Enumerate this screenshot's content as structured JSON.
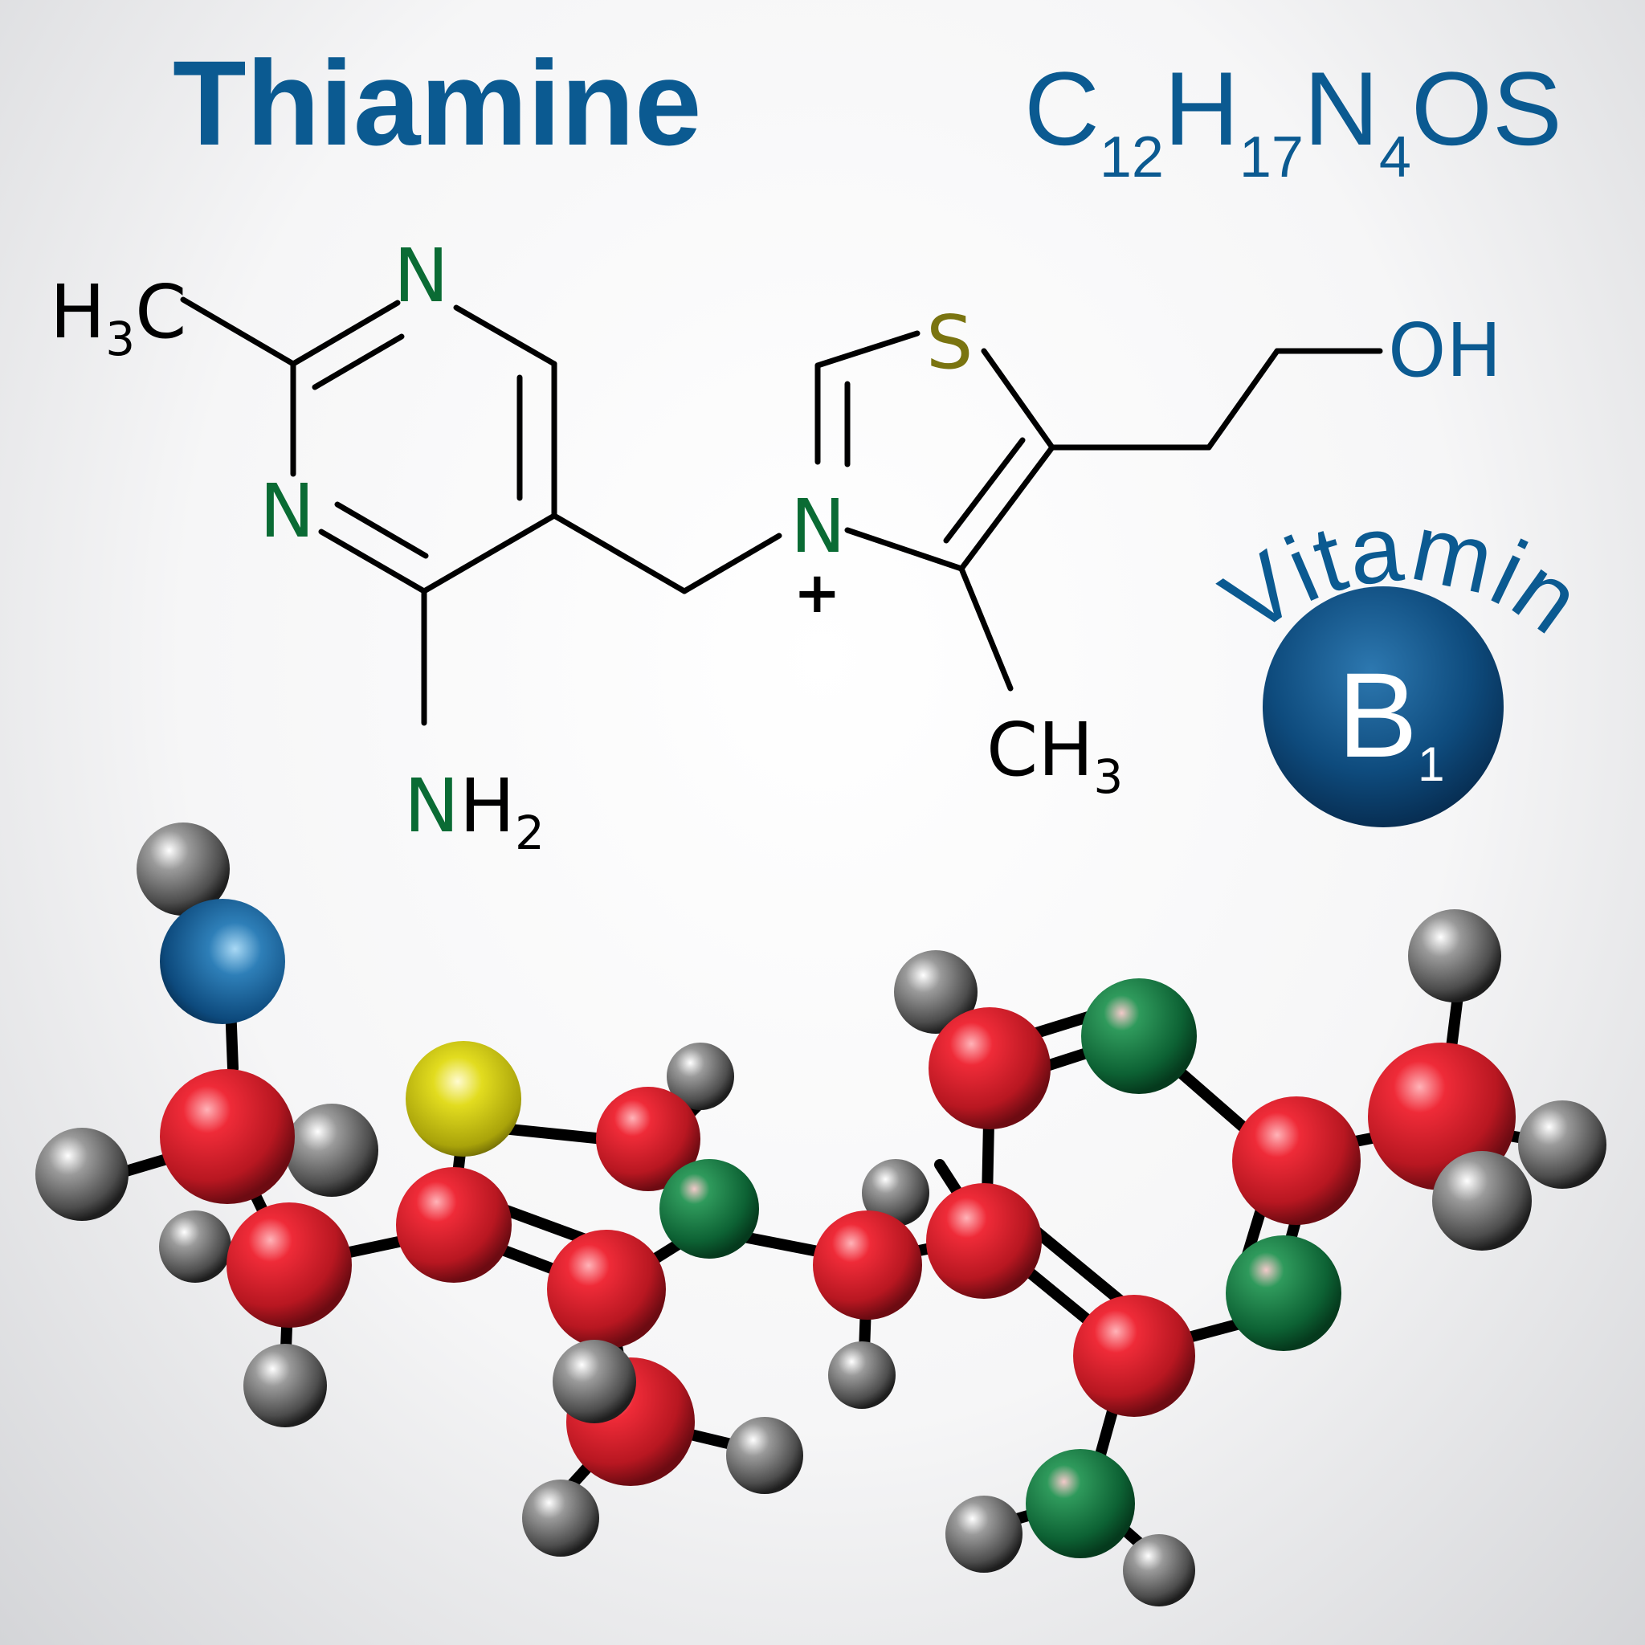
{
  "title": "Thiamine",
  "formula": {
    "parts": [
      {
        "text": "C",
        "sub": "12"
      },
      {
        "text": "H",
        "sub": "17"
      },
      {
        "text": "N",
        "sub": "4"
      },
      {
        "text": "OS",
        "sub": ""
      }
    ]
  },
  "badge": {
    "arc_text": "Vitamin",
    "letter": "B",
    "sub": "1"
  },
  "structure": {
    "h3c": {
      "main": "H",
      "sub": "3",
      "tail": "C"
    },
    "n1": "N",
    "n2": "N",
    "nh2": {
      "n": "N",
      "h": "H",
      "sub": "2"
    },
    "n_thiazolium": "N",
    "plus": "+",
    "s": "S",
    "oh": "OH",
    "ch3": {
      "main": "CH",
      "sub": "3"
    }
  },
  "colors": {
    "title_blue": "#0b5a91",
    "nitrogen_green": "#0a6b34",
    "sulfur_olive": "#7a7410",
    "bond_black": "#000000",
    "atom_carbon_red": "#d8202c",
    "atom_nitrogen_green": "#0f6e3a",
    "atom_hydrogen_gray": "#6b6b6b",
    "atom_oxygen_blue": "#0d4f85",
    "atom_sulfur_yellow": "#c8c20a"
  }
}
